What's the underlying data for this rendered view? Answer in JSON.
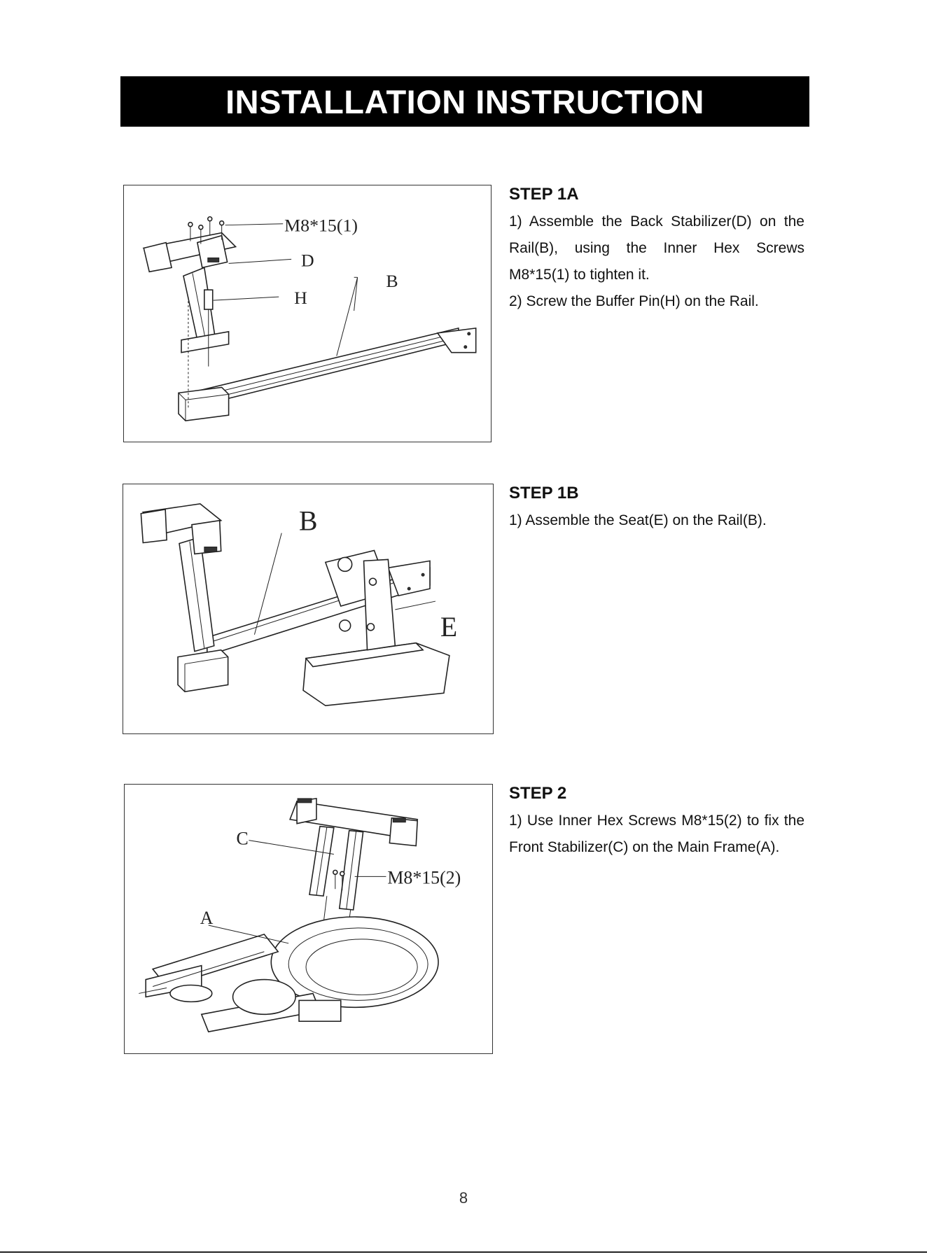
{
  "banner": {
    "title": "INSTALLATION INSTRUCTION"
  },
  "steps": [
    {
      "title": "STEP 1A",
      "lines": [
        "1) Assemble the Back Stabilizer(D) on the Rail(B), using the Inner Hex Screws M8*15(1) to tighten it.",
        "2) Screw the Buffer Pin(H) on the Rail."
      ],
      "callouts": {
        "screws": "M8*15(1)",
        "stabilizer": "D",
        "buffer_pin": "H",
        "rail": "B"
      }
    },
    {
      "title": "STEP 1B",
      "lines": [
        "1) Assemble the Seat(E) on the Rail(B)."
      ],
      "callouts": {
        "rail": "B",
        "seat": "E"
      }
    },
    {
      "title": "STEP 2",
      "lines": [
        "1) Use Inner Hex Screws M8*15(2) to fix the Front Stabilizer(C) on the Main Frame(A)."
      ],
      "callouts": {
        "front_stabilizer": "C",
        "screws": "M8*15(2)",
        "main_frame": "A"
      }
    }
  ],
  "page_number": "8"
}
